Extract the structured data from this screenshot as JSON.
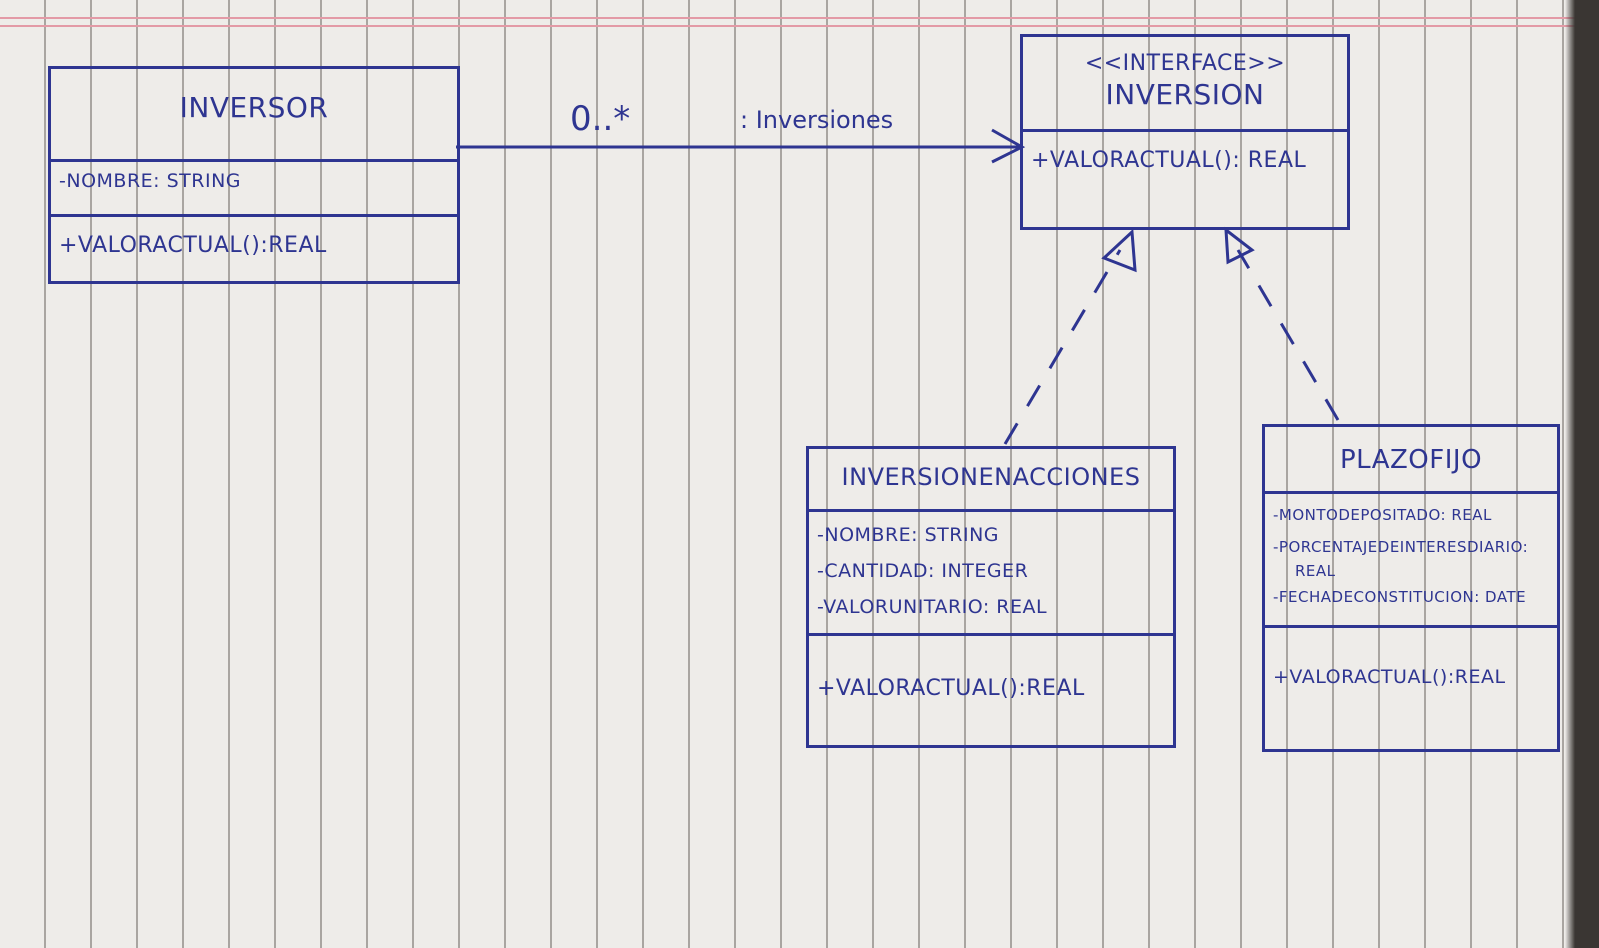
{
  "colors": {
    "ink": "#2e3591",
    "paper": "#eeece9",
    "margin_line": "#e39aa6",
    "rule": "#a9a5a1"
  },
  "classes": {
    "inversor": {
      "name": "Inversor",
      "attributes": [
        "-nombre: String"
      ],
      "operations": [
        "+valorActual():Real"
      ]
    },
    "inversion": {
      "stereotype": "<<Interface>>",
      "name": "Inversion",
      "operations": [
        "+valorActual(): Real"
      ]
    },
    "inversion_en_acciones": {
      "name": "InversionEnAcciones",
      "attributes": [
        "-nombre: String",
        "-cantidad: Integer",
        "-valorUnitario: Real"
      ],
      "operations": [
        "+valorActual():Real"
      ]
    },
    "plazo_fijo": {
      "name": "PlazoFijo",
      "attributes": [
        "-MontoDepositado: Real",
        "-porcentajeDeInteresDiario:",
        "Real",
        "-fechaDeConstitucion: Date"
      ],
      "operations": [
        "+valorActual():Real"
      ]
    }
  },
  "association": {
    "multiplicity": "0..*",
    "role": ": Inversiones"
  }
}
